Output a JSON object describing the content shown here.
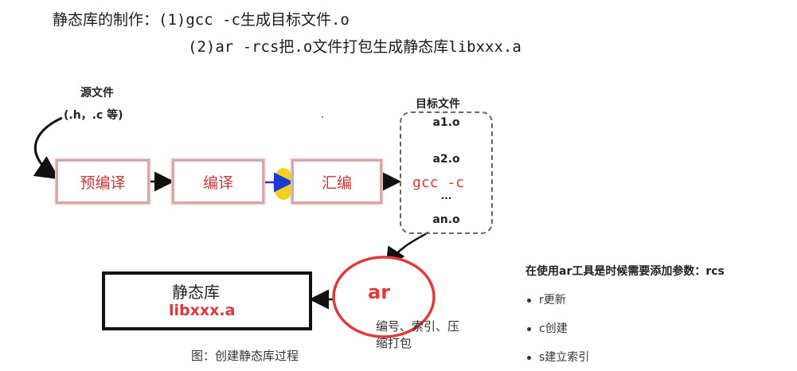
{
  "header": {
    "line1": "静态库的制作：(1)gcc -c生成目标文件.o",
    "line2": "(2)ar -rcs把.o文件打包生成静态库libxxx.a"
  },
  "diagram": {
    "source_label": "源文件",
    "source_ext": "(.h，.c 等)",
    "stages": [
      "预编译",
      "编译",
      "汇编"
    ],
    "object_files_title": "目标文件",
    "object_files": [
      "a1.o",
      "a2.o",
      "...",
      "an.o"
    ],
    "gcc_label": "gcc -c",
    "ar_label": "ar",
    "ar_desc_line1": "编号、索引、压",
    "ar_desc_line2": "缩打包",
    "lib_title": "静态库",
    "lib_name": "libxxx.a",
    "caption": "图：创建静态库过程"
  },
  "notes": {
    "title": "在使用ar工具是时候需要添加参数：rcs",
    "items": [
      "r更新",
      "c创建",
      "s建立索引"
    ]
  },
  "colors": {
    "stage_border": "#d9a7a7",
    "stage_text": "#c23a3a",
    "ar_circle": "#e03a3a",
    "gcc_text": "#d63a3a",
    "lib_text": "#d83a3a",
    "highlight": "#f2d21b",
    "arrow_blue": "#1a3ad6"
  }
}
